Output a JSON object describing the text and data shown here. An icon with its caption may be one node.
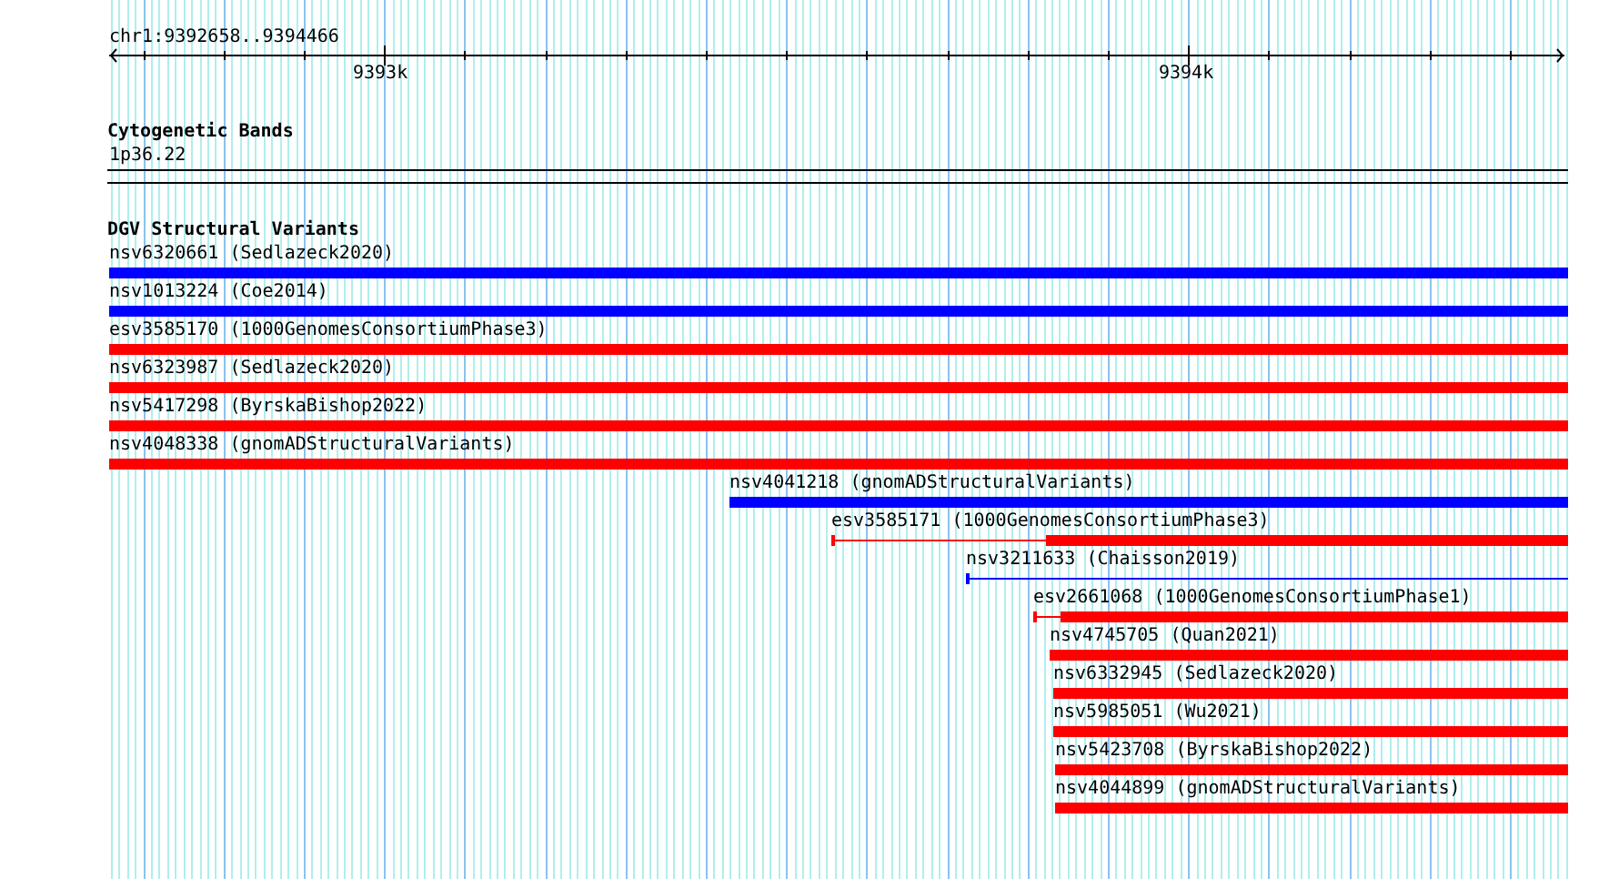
{
  "diagram": {
    "nodes": [
      {
        "text": [
          "nsv6320661 (Sedlazeck2020)"
        ]
      },
      {
        "text": [
          "nsv1013224 (Coe2014)"
        ]
      },
      {
        "text": [
          "esv3585170 (1000GenomesConsortiumPhase3)"
        ]
      },
      {
        "text": [
          "nsv6323987 (Sedlazeck2020)"
        ]
      },
      {
        "text": [
          "nsv5417298 (ByrskaBishop2022)"
        ]
      },
      {
        "text": [
          "nsv4048338 (gnomADStructuralVariants)"
        ]
      },
      {
        "text": [
          "nsv4041218 (gnomADStructuralVariants)"
        ]
      },
      {
        "text": [
          "esv3585171 (1000GenomesConsortiumPhase3)"
        ]
      },
      {
        "text": [
          "nsv3211633 (Chaisson2019)"
        ]
      },
      {
        "text": [
          "esv2661068 (1000GenomesConsortiumPhase1)"
        ]
      },
      {
        "text": [
          "nsv4745705 (Quan2021)"
        ]
      },
      {
        "text": [
          "nsv6332945 (Sedlazeck2020)"
        ]
      },
      {
        "text": [
          "nsv5985051 (Wu2021)"
        ]
      },
      {
        "text": [
          "nsv5423708 (ByrskaBishop2022)"
        ]
      },
      {
        "text": [
          "nsv4044899 (gnomADStructuralVariants)"
        ]
      }
    ],
    "labels": [
      "chr1:9392658..9394466",
      "9393k",
      "9394k",
      "Cytogenetic Bands",
      "1p36.22",
      "DGV Structural Variants"
    ]
  }
}
